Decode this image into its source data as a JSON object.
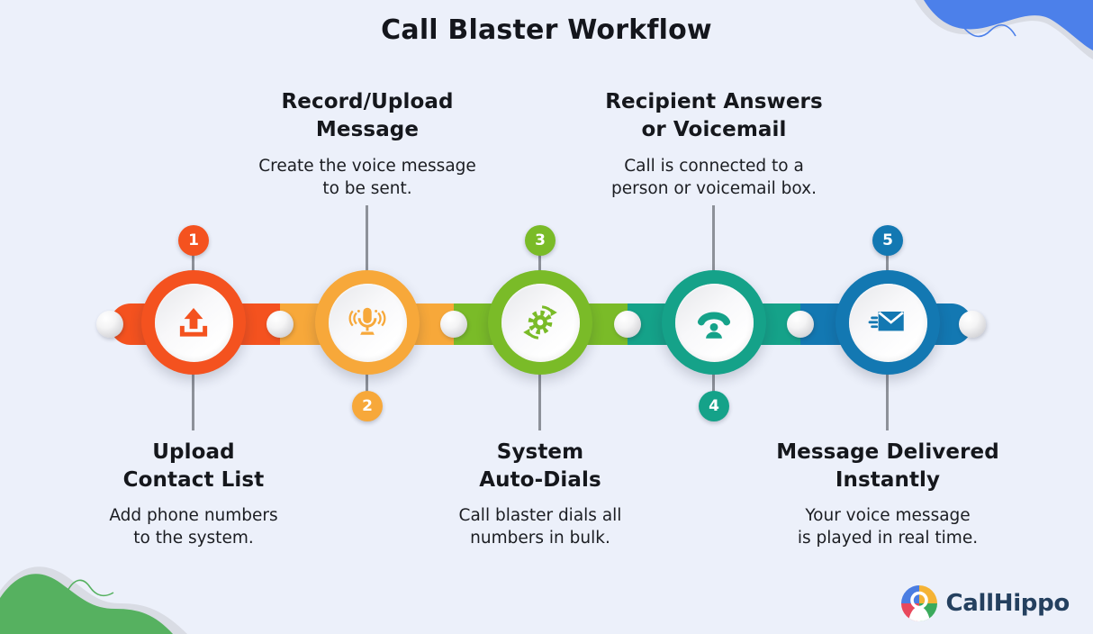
{
  "title": "Call Blaster Workflow",
  "canvas": {
    "background": "#ECF0FA",
    "width": "1214",
    "height": "704"
  },
  "steps": [
    {
      "number": "1",
      "color": "#F4521F",
      "icon": "upload-icon",
      "heading": "Upload\nContact List",
      "description": "Add phone numbers\nto the system.",
      "text_position": "bottom"
    },
    {
      "number": "2",
      "color": "#F7A83A",
      "icon": "microphone-icon",
      "heading": "Record/Upload\nMessage",
      "description": "Create the voice message\nto be sent.",
      "text_position": "top"
    },
    {
      "number": "3",
      "color": "#7ABB28",
      "icon": "auto-dial-icon",
      "heading": "System\nAuto-Dials",
      "description": "Call blaster dials all\nnumbers in bulk.",
      "text_position": "bottom"
    },
    {
      "number": "4",
      "color": "#15A289",
      "icon": "call-answer-icon",
      "heading": "Recipient Answers\nor Voicemail",
      "description": "Call is connected to a\nperson or voicemail box.",
      "text_position": "top"
    },
    {
      "number": "5",
      "color": "#1378B2",
      "icon": "fast-mail-icon",
      "heading": "Message Delivered\nInstantly",
      "description": "Your voice message\nis played in real time.",
      "text_position": "bottom"
    }
  ],
  "decorations": {
    "top_right_wave_color": "#4C80EA",
    "bottom_left_wave_color": "#56B160",
    "wave_shadow_color": "#D9DCE4",
    "connector_line_color": "#8D9199"
  },
  "footer": {
    "brand": "CallHippo",
    "logo": {
      "blue": "#4A7DE2",
      "yellow": "#F5B335",
      "green": "#3BAA5C",
      "red": "#E8485C",
      "text_color": "#24405F"
    }
  }
}
